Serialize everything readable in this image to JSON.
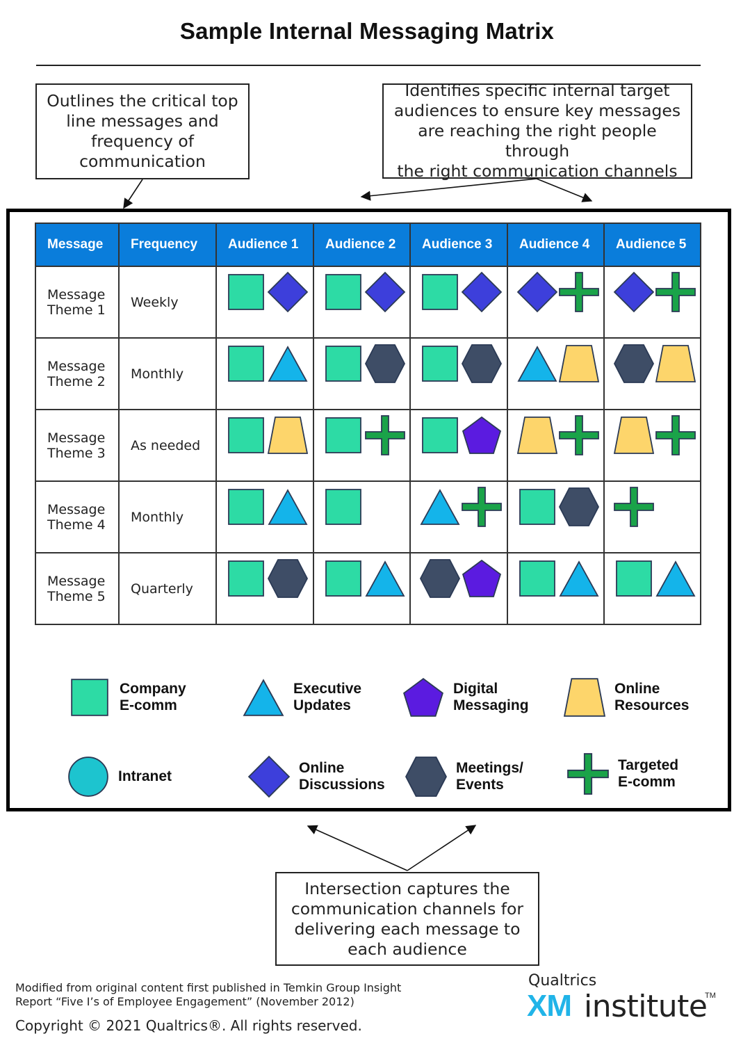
{
  "title": "Sample Internal Messaging Matrix",
  "callouts": {
    "messages": [
      "Outlines the critical top",
      "line messages and",
      "frequency of",
      "communication"
    ],
    "audiences": [
      "Identifies specific internal target",
      "audiences to ensure key messages",
      "are reaching the right people through",
      "the right communication channels"
    ],
    "intersection": [
      "Intersection captures the",
      "communication channels for",
      "delivering each message to",
      "each audience"
    ]
  },
  "table": {
    "headers": [
      "Message",
      "Frequency",
      "Audience 1",
      "Audience 2",
      "Audience 3",
      "Audience 4",
      "Audience 5"
    ],
    "rows": [
      {
        "message": [
          "Message",
          "Theme 1"
        ],
        "frequency": "Weekly",
        "cells": [
          [
            "company-ecomm",
            "online-discussions"
          ],
          [
            "company-ecomm",
            "online-discussions"
          ],
          [
            "company-ecomm",
            "online-discussions"
          ],
          [
            "online-discussions",
            "targeted-ecomm"
          ],
          [
            "online-discussions",
            "targeted-ecomm"
          ]
        ]
      },
      {
        "message": [
          "Message",
          "Theme 2"
        ],
        "frequency": "Monthly",
        "cells": [
          [
            "company-ecomm",
            "executive-updates"
          ],
          [
            "company-ecomm",
            "meetings-events"
          ],
          [
            "company-ecomm",
            "meetings-events"
          ],
          [
            "executive-updates",
            "online-resources"
          ],
          [
            "meetings-events",
            "online-resources"
          ]
        ]
      },
      {
        "message": [
          "Message",
          "Theme 3"
        ],
        "frequency": "As needed",
        "cells": [
          [
            "company-ecomm",
            "online-resources"
          ],
          [
            "company-ecomm",
            "targeted-ecomm"
          ],
          [
            "company-ecomm",
            "digital-messaging"
          ],
          [
            "online-resources",
            "targeted-ecomm"
          ],
          [
            "online-resources",
            "targeted-ecomm"
          ]
        ]
      },
      {
        "message": [
          "Message",
          "Theme 4"
        ],
        "frequency": "Monthly",
        "cells": [
          [
            "company-ecomm",
            "executive-updates"
          ],
          [
            "company-ecomm"
          ],
          [
            "executive-updates",
            "targeted-ecomm"
          ],
          [
            "company-ecomm",
            "meetings-events"
          ],
          [
            "targeted-ecomm"
          ]
        ]
      },
      {
        "message": [
          "Message",
          "Theme 5"
        ],
        "frequency": "Quarterly",
        "cells": [
          [
            "company-ecomm",
            "meetings-events"
          ],
          [
            "company-ecomm",
            "executive-updates"
          ],
          [
            "meetings-events",
            "digital-messaging"
          ],
          [
            "company-ecomm",
            "executive-updates"
          ],
          [
            "company-ecomm",
            "executive-updates"
          ]
        ]
      }
    ]
  },
  "legend": [
    {
      "key": "company-ecomm",
      "shape": "square",
      "color": "#2ddba5",
      "label": [
        "Company",
        "E-comm"
      ]
    },
    {
      "key": "executive-updates",
      "shape": "triangle",
      "color": "#14b4ea",
      "label": [
        "Executive",
        "Updates"
      ]
    },
    {
      "key": "digital-messaging",
      "shape": "pentagon",
      "color": "#5b1be0",
      "label": [
        "Digital",
        "Messaging"
      ]
    },
    {
      "key": "online-resources",
      "shape": "trapezoid",
      "color": "#fdd56b",
      "label": [
        "Online",
        "Resources"
      ]
    },
    {
      "key": "intranet",
      "shape": "circle",
      "color": "#1dc4cf",
      "label": [
        "Intranet"
      ]
    },
    {
      "key": "online-discussions",
      "shape": "diamond",
      "color": "#3d3fdb",
      "label": [
        "Online",
        "Discussions"
      ]
    },
    {
      "key": "meetings-events",
      "shape": "hexagon",
      "color": "#3e4d66",
      "label": [
        "Meetings/",
        "Events"
      ]
    },
    {
      "key": "targeted-ecomm",
      "shape": "cross",
      "color": "#1aa349",
      "label": [
        "Targeted",
        "E-comm"
      ]
    }
  ],
  "footnote": [
    "Modified from original content first published in Temkin Group Insight",
    "Report “Five I’s of Employee Engagement” (November 2012)"
  ],
  "copyright": "Copyright © 2021 Qualtrics®.  All rights reserved.",
  "logo": {
    "top": "Qualtrics",
    "xm": "XM",
    "rest": "institute",
    "tm": "TM"
  }
}
